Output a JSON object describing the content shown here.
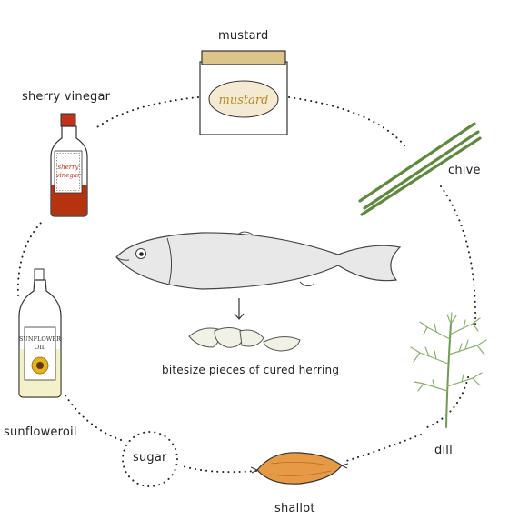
{
  "ingredients": {
    "mustard": {
      "label": "mustard",
      "jar_label": "mustard"
    },
    "sherry_vinegar": {
      "label": "sherry vinegar",
      "bottle_label_line1": "sherry",
      "bottle_label_line2": "vinegar"
    },
    "chive": {
      "label": "chive"
    },
    "sunflower_oil": {
      "label": "sunfloweroil",
      "bottle_label_line1": "SUNFLOWER",
      "bottle_label_line2": "OIL"
    },
    "dill": {
      "label": "dill"
    },
    "sugar": {
      "label": "sugar"
    },
    "shallot": {
      "label": "shallot"
    }
  },
  "center": {
    "caption": "bitesize pieces of cured herring"
  },
  "colors": {
    "jar_lid": "#dcc48a",
    "jar_label": "#f4ead2",
    "vinegar": "#b5330f",
    "cap": "#c2321a",
    "chive": "#5e8a3e",
    "dill": "#8bb06b",
    "oil": "#f4f1c8",
    "shallot": "#e79a45",
    "fish": "#e8e8e8",
    "sunflower": "#e7b21f"
  }
}
